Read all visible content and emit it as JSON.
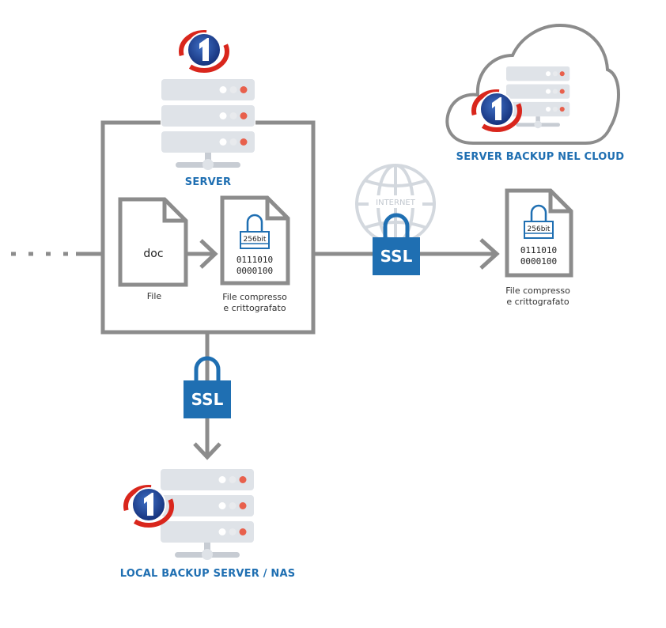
{
  "diagram": {
    "title": "Backup flow with SSL encryption",
    "colors": {
      "line": "#8c8c8c",
      "blue": "#1f6fb2",
      "server_panel": "#dfe3e8",
      "led_white": "#ffffff",
      "led_gray": "#e8eaed",
      "led_red": "#e8604c",
      "logo_red": "#d9261c",
      "logo_blue": "#1d3f8f",
      "globe": "#d3d8de"
    },
    "nodes": {
      "server": {
        "label": "SERVER",
        "logo_text": "1"
      },
      "cloud_server": {
        "label": "SERVER BACKUP NEL CLOUD",
        "logo_text": "1"
      },
      "local_nas": {
        "label": "LOCAL BACKUP SERVER / NAS",
        "logo_text": "1"
      },
      "file": {
        "doc_text": "doc",
        "caption": "File"
      },
      "encrypted_file": {
        "lock_text": "256bit",
        "binary_line1": "0111010",
        "binary_line2": "0000100",
        "caption_line1": "File compresso",
        "caption_line2": "e crittografato"
      },
      "cloud_file": {
        "lock_text": "256bit",
        "binary_line1": "0111010",
        "binary_line2": "0000100",
        "caption_line1": "File compresso",
        "caption_line2": "e crittografato"
      },
      "internet": {
        "label": "INTERNET"
      },
      "ssl_internet": {
        "label": "SSL"
      },
      "ssl_local": {
        "label": "SSL"
      }
    },
    "edges": [
      {
        "from": "external",
        "to": "server-box",
        "style": "dashed"
      },
      {
        "from": "file",
        "to": "encrypted_file",
        "style": "arrow"
      },
      {
        "from": "server-box",
        "to": "cloud_file",
        "via": "ssl_internet",
        "style": "arrow"
      },
      {
        "from": "server-box",
        "to": "local_nas",
        "via": "ssl_local",
        "style": "arrow"
      }
    ]
  }
}
